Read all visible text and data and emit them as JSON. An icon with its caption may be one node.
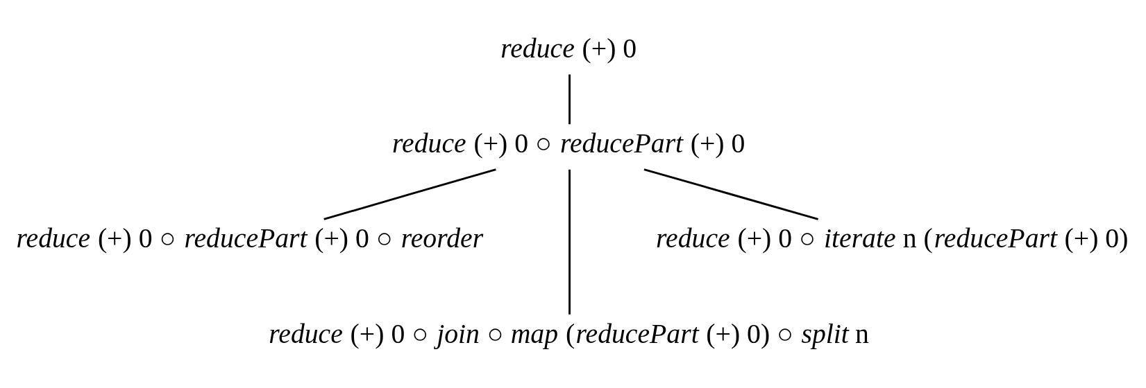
{
  "diagram": {
    "nodes": [
      {
        "text": [
          "*reduce* (+) 0"
        ]
      },
      {
        "text": [
          "*reduce* (+) 0 ○ *reducePart* (+) 0"
        ]
      },
      {
        "text": [
          "*reduce* (+) 0 ○ *reducePart* (+) 0 ○ *reorder*"
        ]
      },
      {
        "text": [
          "*reduce* (+) 0 ○ *iterate* n (*reducePart* (+) 0)"
        ]
      },
      {
        "text": [
          "*reduce* (+) 0 ○ *join* ○ *map* (*reducePart* (+) 0) ○ *split* n"
        ]
      }
    ],
    "edges": [
      {
        "from": 0,
        "to": 1,
        "arrow": "none"
      },
      {
        "from": 1,
        "to": 2,
        "arrow": "none"
      },
      {
        "from": 1,
        "to": 4,
        "arrow": "none"
      },
      {
        "from": 1,
        "to": 3,
        "arrow": "none"
      }
    ]
  }
}
